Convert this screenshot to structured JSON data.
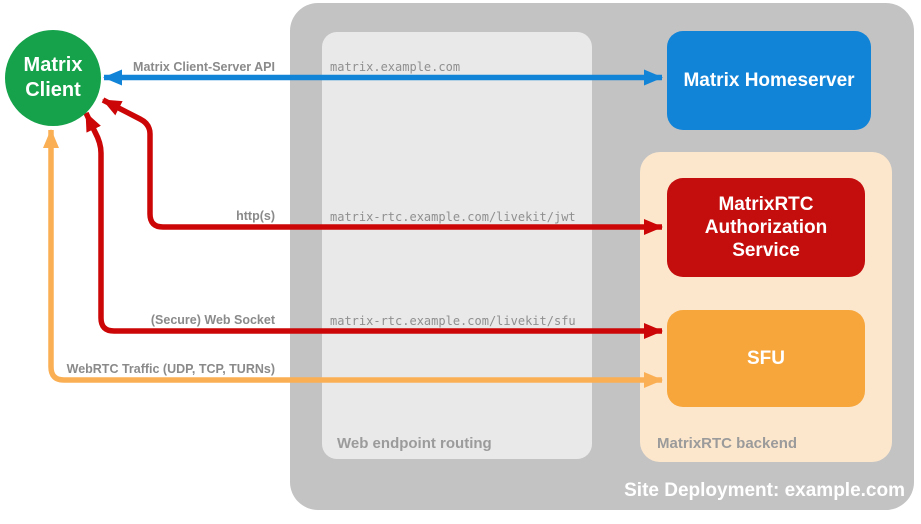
{
  "diagram": {
    "kind": "architecture-diagram",
    "colors": {
      "deployment_bg": "#c3c3c3",
      "routing_bg": "#e9e9e9",
      "backend_bg": "#fce7cd",
      "client_green": "#15a24b",
      "homeserver_blue": "#1184d8",
      "auth_red": "#c40d0d",
      "sfu_orange": "#f7a63c",
      "arrow_blue": "#1184d8",
      "arrow_red": "#cc0606",
      "arrow_orange": "#fbaf55",
      "label_gray": "#8a8a8a",
      "caption_gray": "#9b9b9b"
    }
  },
  "nodes": {
    "client": {
      "label": "Matrix Client"
    },
    "homeserver": {
      "label": "Matrix Homeserver"
    },
    "auth": {
      "label": "MatrixRTC Authorization Service"
    },
    "sfu": {
      "label": "SFU"
    }
  },
  "containers": {
    "deployment_label": "Site Deployment: example.com",
    "routing_label": "Web endpoint routing",
    "backend_label": "MatrixRTC backend"
  },
  "routing": {
    "endpoints": [
      "matrix.example.com",
      "matrix-rtc.example.com/livekit/jwt",
      "matrix-rtc.example.com/livekit/sfu"
    ]
  },
  "arrows": [
    {
      "label": "Matrix Client-Server API",
      "from": "Matrix Client",
      "to": "Matrix Homeserver",
      "color": "#1184d8",
      "bidirectional": true
    },
    {
      "label": "http(s)",
      "from": "Matrix Client",
      "to": "MatrixRTC Authorization Service",
      "color": "#cc0606",
      "bidirectional": true
    },
    {
      "label": "(Secure) Web Socket",
      "from": "Matrix Client",
      "to": "SFU",
      "color": "#cc0606",
      "bidirectional": true
    },
    {
      "label": "WebRTC Traffic (UDP, TCP, TURNs)",
      "from": "Matrix Client",
      "to": "SFU",
      "color": "#fbaf55",
      "bidirectional": true
    }
  ]
}
